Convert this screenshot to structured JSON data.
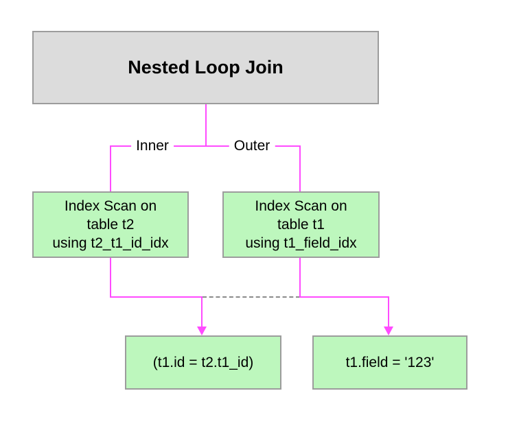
{
  "diagram": {
    "title": "Nested Loop Join",
    "edge_labels": {
      "inner": "Inner",
      "outer": "Outer"
    },
    "nodes": {
      "root": {
        "label": "Nested Loop Join"
      },
      "inner_scan": {
        "lines": [
          "Index Scan on",
          "table t2",
          "using t2_t1_id_idx"
        ]
      },
      "outer_scan": {
        "lines": [
          "Index Scan on",
          "table t1",
          "using t1_field_idx"
        ]
      },
      "join_condition": {
        "label": "(t1.id = t2.t1_id)"
      },
      "filter_condition": {
        "label": "t1.field = '123'"
      }
    },
    "colors": {
      "connector_magenta": "#ff4bff",
      "node_fill_green": "#bdf7bd",
      "node_fill_gray": "#dcdcdc",
      "node_border_gray": "#9c9c9c",
      "dashed_line_gray": "#8a8a8a",
      "text": "#000000",
      "background": "#ffffff"
    }
  }
}
